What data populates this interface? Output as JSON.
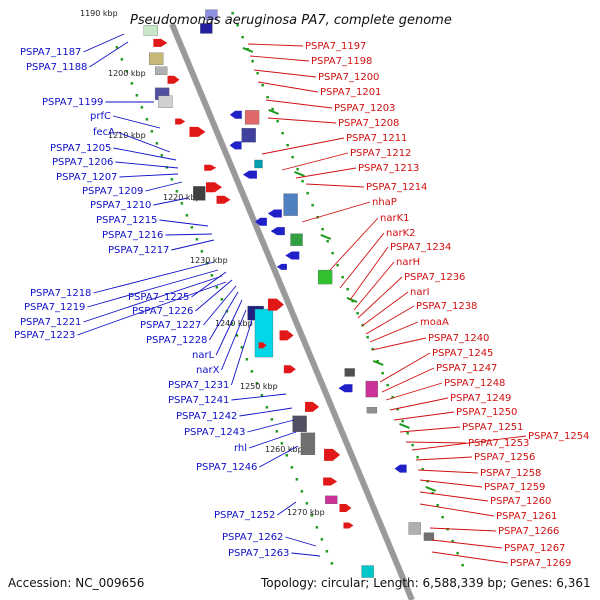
{
  "title": "Pseudomonas aeruginosa PA7, complete genome",
  "footer": {
    "accession": "Accession: NC_009656",
    "summary": "Topology: circular; Length: 6,588,339 bp; Genes: 6,361"
  },
  "colors": {
    "backbone": "#9a9a9a",
    "scale_dot": "#1f9a1f",
    "left_label": "#1010c8",
    "right_label": "#d01010"
  },
  "ticks": [
    "1190 kbp",
    "1200 kbp",
    "1210 kbp",
    "1220 kbp",
    "1230 kbp",
    "1240 kbp",
    "1250 kbp",
    "1260 kbp",
    "1270 kbp"
  ],
  "left_labels": [
    "PSPA7_1187",
    "PSPA7_1188",
    "PSPA7_1199",
    "prfC",
    "fecA",
    "PSPA7_1205",
    "PSPA7_1206",
    "PSPA7_1207",
    "PSPA7_1209",
    "PSPA7_1210",
    "PSPA7_1215",
    "PSPA7_1216",
    "PSPA7_1217",
    "PSPA7_1218",
    "PSPA7_1225",
    "PSPA7_1219",
    "PSPA7_1226",
    "PSPA7_1221",
    "PSPA7_1227",
    "PSPA7_1223",
    "PSPA7_1228",
    "narL",
    "narX",
    "PSPA7_1231",
    "PSPA7_1241",
    "PSPA7_1242",
    "PSPA7_1243",
    "rhl",
    "PSPA7_1246",
    "PSPA7_1252",
    "PSPA7_1262",
    "PSPA7_1263"
  ],
  "right_labels": [
    "PSPA7_1197",
    "PSPA7_1198",
    "PSPA7_1200",
    "PSPA7_1201",
    "PSPA7_1203",
    "PSPA7_1208",
    "PSPA7_1211",
    "PSPA7_1212",
    "PSPA7_1213",
    "PSPA7_1214",
    "nhaP",
    "narK1",
    "narK2",
    "PSPA7_1234",
    "narH",
    "PSPA7_1236",
    "narI",
    "PSPA7_1238",
    "moaA",
    "PSPA7_1240",
    "PSPA7_1245",
    "PSPA7_1247",
    "PSPA7_1248",
    "PSPA7_1249",
    "PSPA7_1250",
    "PSPA7_1251",
    "PSPA7_1253",
    "PSPA7_1254",
    "PSPA7_1256",
    "PSPA7_1258",
    "PSPA7_1259",
    "PSPA7_1260",
    "PSPA7_1261",
    "PSPA7_1266",
    "PSPA7_1267",
    "PSPA7_1269"
  ]
}
